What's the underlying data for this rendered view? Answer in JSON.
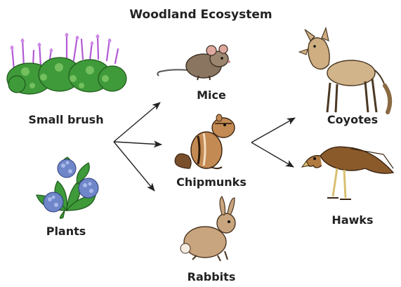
{
  "title": "Woodland Ecosystem",
  "nodes": {
    "small_brush": "Small brush",
    "plants": "Plants",
    "mice": "Mice",
    "chipmunks": "Chipmunks",
    "rabbits": "Rabbits",
    "coyotes": "Coyotes",
    "hawks": "Hawks"
  },
  "icons": {
    "small_brush": "lavender-shrub-icon",
    "plants": "hydrangea-plant-icon",
    "mice": "mouse-icon",
    "chipmunks": "chipmunk-icon",
    "rabbits": "rabbit-icon",
    "coyotes": "coyote-icon",
    "hawks": "hawk-icon"
  },
  "colors": {
    "text": "#222222",
    "arrow": "#222222",
    "foliage": "#3f9a3a",
    "flower_purple": "#b25ad6",
    "flower_blue": "#6f86c9"
  }
}
